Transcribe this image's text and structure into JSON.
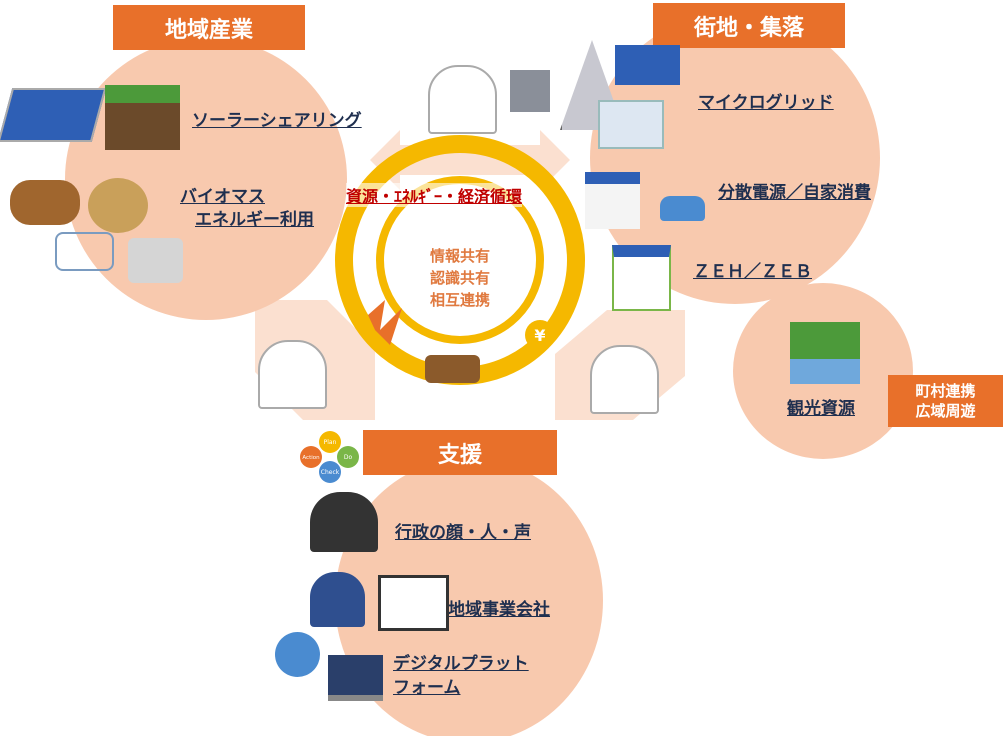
{
  "sections": {
    "industry": {
      "title": "地域産業",
      "items": [
        "ソーラーシェアリング",
        "バイオマス",
        "エネルギー利用"
      ]
    },
    "town": {
      "title": "街地・集落",
      "items": [
        "マイクログリッド",
        "分散電源／自家消費",
        "ＺＥＨ／ＺＥＢ"
      ]
    },
    "tourism": {
      "item": "観光資源",
      "tag_line1": "町村連携",
      "tag_line2": "広域周遊"
    },
    "support": {
      "title": "支援",
      "items": [
        "行政の顔・人・声",
        "地域事業会社",
        "デジタルプラット",
        "フォーム"
      ]
    }
  },
  "center": {
    "cycle_label": "資源・ｴﾈﾙｷﾞｰ・経済循環",
    "lines": [
      "情報共有",
      "認識共有",
      "相互連携"
    ],
    "yen": "¥"
  },
  "pdca": [
    "Plan",
    "Do",
    "Check",
    "Action"
  ],
  "colors": {
    "circle": "#F8C9AE",
    "title_box": "#E8702A",
    "ring": "#F5B800",
    "label": "#1F2F4F",
    "cycle_label": "#C00000"
  }
}
